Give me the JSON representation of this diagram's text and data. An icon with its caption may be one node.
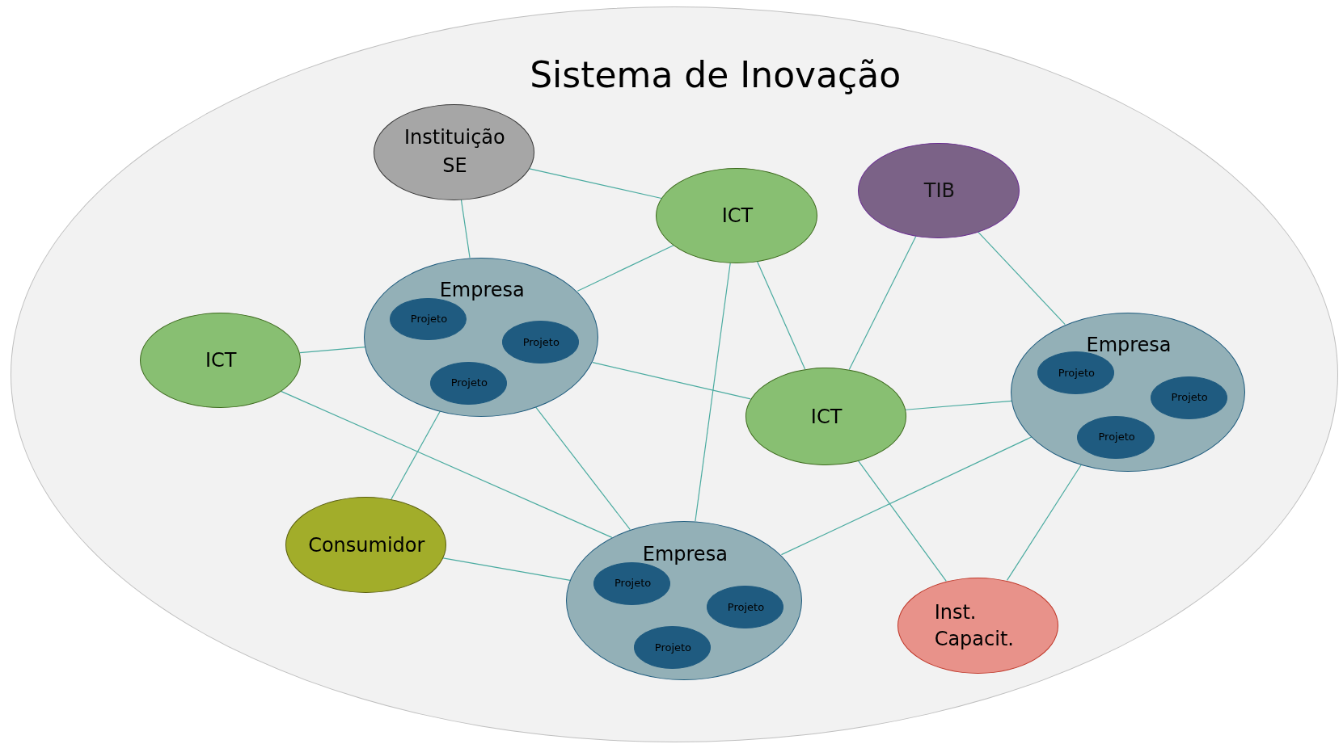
{
  "diagram": {
    "nodes": [
      {
        "text": [
          "Sistema de Inovação"
        ]
      },
      {
        "text": [
          "Instituição SE"
        ],
        "in": 0
      },
      {
        "text": [
          "ICT"
        ],
        "in": 0
      },
      {
        "text": [
          "TIB"
        ],
        "in": 0
      },
      {
        "text": [
          "Empresa"
        ],
        "in": 0
      },
      {
        "text": [
          "Projeto"
        ],
        "in": 4
      },
      {
        "text": [
          "Projeto"
        ],
        "in": 4
      },
      {
        "text": [
          "Projeto"
        ],
        "in": 4
      },
      {
        "text": [
          "ICT"
        ],
        "in": 0
      },
      {
        "text": [
          "ICT"
        ],
        "in": 0
      },
      {
        "text": [
          "Empresa"
        ],
        "in": 0
      },
      {
        "text": [
          "Projeto"
        ],
        "in": 10
      },
      {
        "text": [
          "Projeto"
        ],
        "in": 10
      },
      {
        "text": [
          "Projeto"
        ],
        "in": 10
      },
      {
        "text": [
          "Consumidor"
        ],
        "in": 0
      },
      {
        "text": [
          "Empresa"
        ],
        "in": 0
      },
      {
        "text": [
          "Projeto"
        ],
        "in": 15
      },
      {
        "text": [
          "Projeto"
        ],
        "in": 15
      },
      {
        "text": [
          "Projeto"
        ],
        "in": 15
      },
      {
        "text": [
          "Inst. Capacit."
        ],
        "in": 0
      }
    ],
    "edges": [
      {
        "from": 1,
        "to": 2,
        "arrow": "none"
      },
      {
        "from": 1,
        "to": 4,
        "arrow": "none"
      },
      {
        "from": 2,
        "to": 4,
        "arrow": "none"
      },
      {
        "from": 2,
        "to": 9,
        "arrow": "none"
      },
      {
        "from": 2,
        "to": 15,
        "arrow": "none"
      },
      {
        "from": 3,
        "to": 9,
        "arrow": "none"
      },
      {
        "from": 3,
        "to": 10,
        "arrow": "none"
      },
      {
        "from": 8,
        "to": 4,
        "arrow": "none"
      },
      {
        "from": 8,
        "to": 15,
        "arrow": "none"
      },
      {
        "from": 4,
        "to": 9,
        "arrow": "none"
      },
      {
        "from": 4,
        "to": 14,
        "arrow": "none"
      },
      {
        "from": 4,
        "to": 15,
        "arrow": "none"
      },
      {
        "from": 9,
        "to": 10,
        "arrow": "none"
      },
      {
        "from": 9,
        "to": 19,
        "arrow": "none"
      },
      {
        "from": 10,
        "to": 15,
        "arrow": "none"
      },
      {
        "from": 10,
        "to": 19,
        "arrow": "none"
      },
      {
        "from": 14,
        "to": 15,
        "arrow": "none"
      }
    ]
  }
}
